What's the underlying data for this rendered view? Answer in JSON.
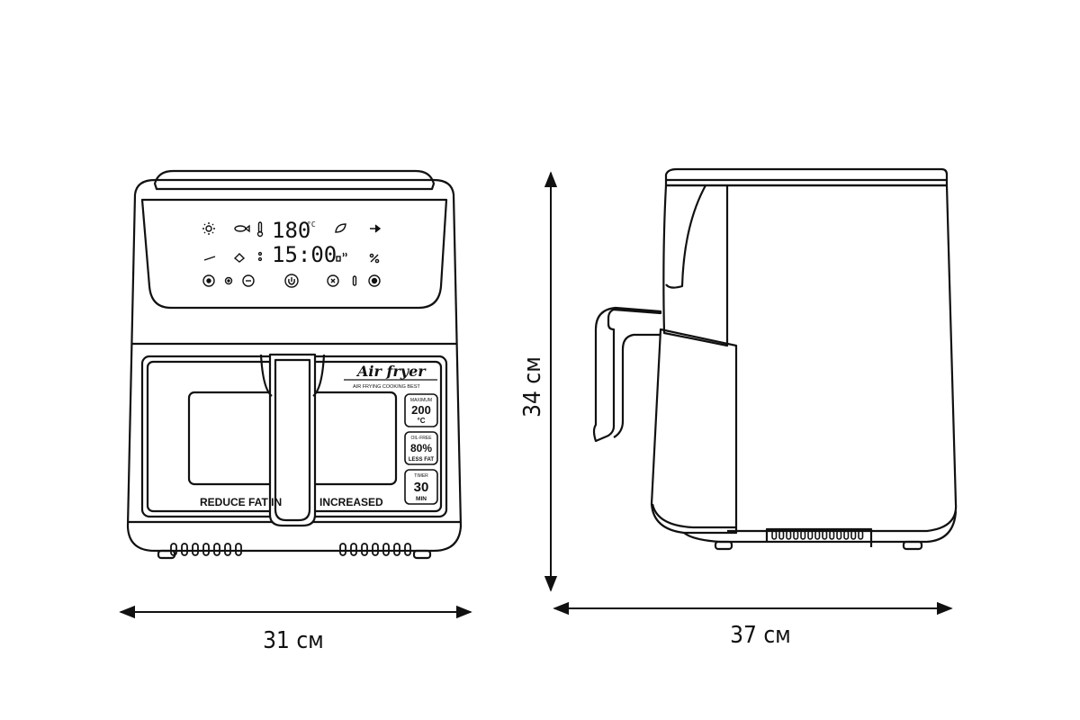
{
  "dimensions": {
    "width": "31 см",
    "height": "34 см",
    "depth": "37 см"
  },
  "display": {
    "temperature": "180",
    "temperature_unit": "°C",
    "time": "15:00"
  },
  "window": {
    "brand": "Air fryer",
    "brand_sub": "AIR FRYING COOKING BEST",
    "bottom_left": "REDUCE FAT IN",
    "bottom_right": "INCREASED",
    "badge_temp": {
      "top": "MAXIMUM",
      "value": "200",
      "unit": "°C"
    },
    "badge_fat": {
      "top": "OIL-FREE",
      "value": "80%",
      "bottom": "LESS FAT"
    },
    "badge_time": {
      "top": "TIMER",
      "value": "30",
      "bottom": "MIN"
    }
  }
}
